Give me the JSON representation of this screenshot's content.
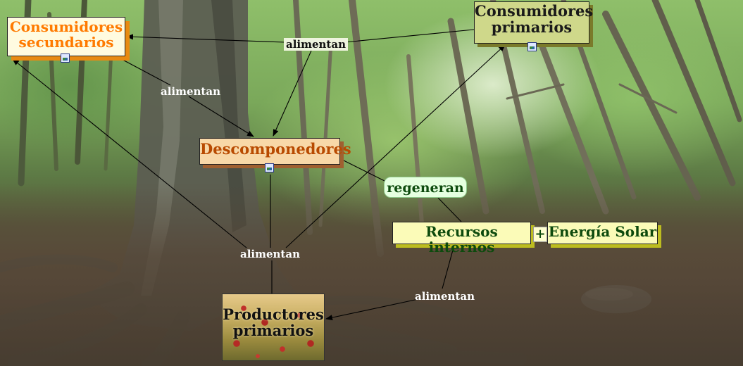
{
  "nodes": {
    "consumidores_secundarios": "Consumidores secundarios",
    "consumidores_primarios": "Consumidores primarios",
    "descomponedores": "Descomponedores",
    "recursos_internos": "Recursos internos",
    "energia_solar": "Energía Solar",
    "productores_primarios": "Productores primarios"
  },
  "relations": {
    "alimentan_top": "alimentan",
    "alimentan_left": "alimentan",
    "alimentan_bottom": "alimentan",
    "alimentan_right": "alimentan",
    "regeneran": "regeneran",
    "plus": "+"
  },
  "edges": [
    {
      "from": "consumidores_primarios",
      "to": "consumidores_secundarios",
      "label": "alimentan_top"
    },
    {
      "from": "consumidores_primarios",
      "to": "descomponedores",
      "label": "alimentan_top"
    },
    {
      "from": "consumidores_secundarios",
      "to": "descomponedores",
      "label": "alimentan_left"
    },
    {
      "from": "productores_primarios",
      "to": "consumidores_secundarios",
      "label": "alimentan_bottom"
    },
    {
      "from": "productores_primarios",
      "to": "consumidores_primarios",
      "label": "alimentan_bottom"
    },
    {
      "from": "productores_primarios",
      "to": "descomponedores",
      "label": "alimentan_bottom"
    },
    {
      "from": "descomponedores",
      "to": "recursos_internos",
      "label": "regeneran"
    },
    {
      "from": "recursos_internos",
      "to": "productores_primarios",
      "label": "alimentan_right"
    }
  ],
  "icons": [
    "image-attachment-icon"
  ],
  "colors": {
    "consumidores_secundarios_text": "#ff7a00",
    "descomponedores_text": "#b84a00",
    "recursos_text": "#0d4a0d",
    "line": "#000000"
  }
}
